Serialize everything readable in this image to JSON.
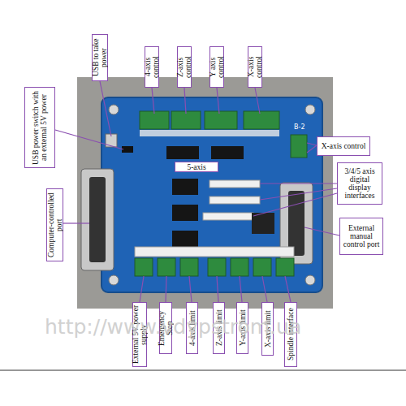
{
  "diagram": {
    "nodes": [
      {
        "text": [
          "USB to take power"
        ]
      },
      {
        "text": [
          "4-axis control"
        ]
      },
      {
        "text": [
          "Z-axis control"
        ]
      },
      {
        "text": [
          "Y axis control"
        ]
      },
      {
        "text": [
          "X-axis control"
        ]
      },
      {
        "text": [
          "USB power switch with an external 5V power"
        ]
      },
      {
        "text": [
          "5-axis"
        ]
      },
      {
        "text": [
          "X-axis control"
        ]
      },
      {
        "text": [
          "3/4/5 axis digital display interfaces"
        ]
      },
      {
        "text": [
          "Computer-controlled port"
        ]
      },
      {
        "text": [
          "External manual control port"
        ]
      },
      {
        "text": [
          "External 5V power supply"
        ]
      },
      {
        "text": [
          "Emergency Stop"
        ]
      },
      {
        "text": [
          "4-axis limit"
        ]
      },
      {
        "text": [
          "Z-axis limit"
        ]
      },
      {
        "text": [
          "Y-axis limit"
        ]
      },
      {
        "text": [
          "X-axis limit"
        ]
      },
      {
        "text": [
          "Spindle interface"
        ]
      }
    ],
    "labels": [
      "B-2",
      "http://www.vdypstrom.ua"
    ]
  }
}
